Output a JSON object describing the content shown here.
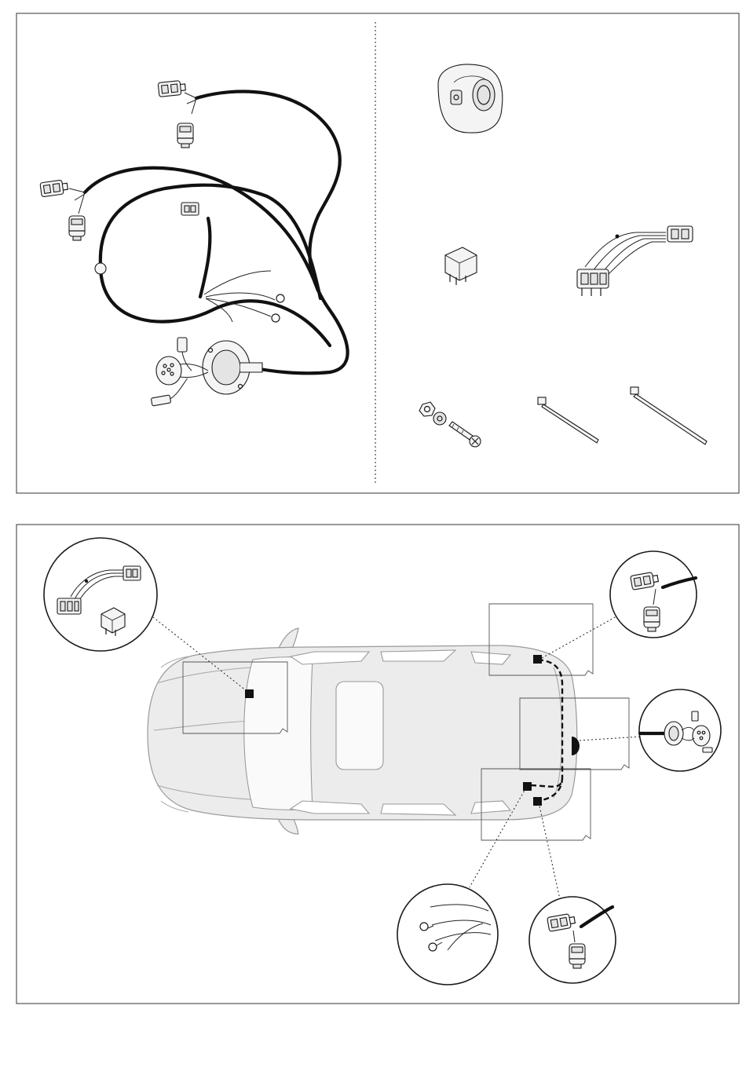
{
  "figure": {
    "top_panel": "parts-kit-overview",
    "bottom_panel": "vehicle-installation-layout"
  },
  "parts": [
    {
      "id": "main-harness",
      "icon": "wiring-harness-icon"
    },
    {
      "id": "socket-cover",
      "icon": "socket-cover-icon"
    },
    {
      "id": "relay",
      "icon": "relay-icon"
    },
    {
      "id": "adapter-harness",
      "icon": "adapter-harness-icon"
    },
    {
      "id": "bolt-set",
      "icon": "bolt-nut-washer-icon"
    },
    {
      "id": "cable-tie-1",
      "icon": "cable-tie-icon"
    },
    {
      "id": "cable-tie-2",
      "icon": "cable-tie-icon"
    }
  ],
  "installation_points": [
    {
      "id": "dashboard",
      "icon": "relay-adapter-icon"
    },
    {
      "id": "left-rear-light",
      "icon": "light-connector-icon"
    },
    {
      "id": "tow-socket",
      "icon": "tow-socket-icon"
    },
    {
      "id": "ground-point",
      "icon": "ground-ring-icon"
    },
    {
      "id": "right-rear-light",
      "icon": "light-connector-icon"
    }
  ]
}
